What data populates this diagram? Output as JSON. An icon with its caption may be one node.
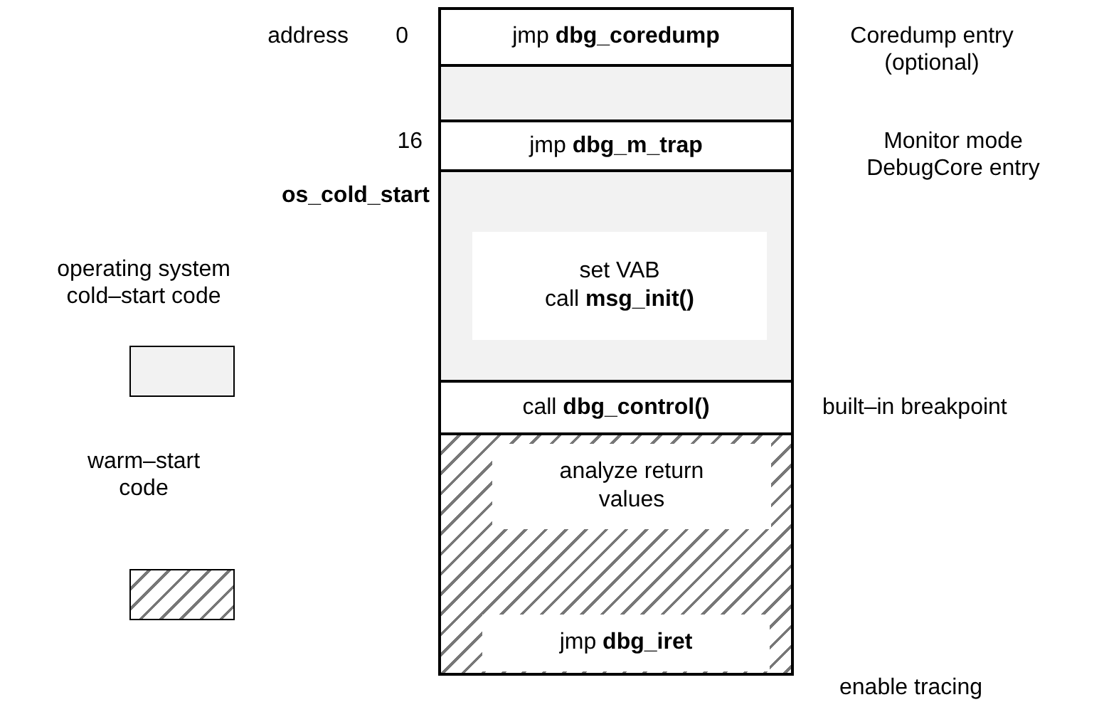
{
  "diagram": {
    "nodes": [
      {
        "text": [
          "jmp **dbg_coredump**"
        ]
      },
      {
        "text": [],
        "shape": "box"
      },
      {
        "text": [
          "jmp **dbg_m_trap**"
        ]
      },
      {
        "text": [],
        "shape": "box"
      },
      {
        "text": [
          "set VAB",
          "call **msg_init()**"
        ],
        "in": 3
      },
      {
        "text": [
          "call **dbg_control()**"
        ]
      },
      {
        "text": [],
        "shape": "box"
      },
      {
        "text": [
          "analyze return values"
        ],
        "in": 6
      },
      {
        "text": [
          "jmp **dbg_iret**"
        ],
        "in": 6
      }
    ],
    "labels": [
      "address",
      "0",
      "Coredump entry (optional)",
      "16",
      "Monitor mode DebugCore entry",
      "os_cold_start",
      "built–in breakpoint",
      "enable tracing"
    ],
    "legend": [
      {
        "text": "operating system cold–start code",
        "color": "#f2f2f2"
      },
      {
        "text": "warm–start code"
      }
    ]
  }
}
